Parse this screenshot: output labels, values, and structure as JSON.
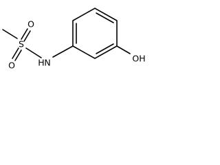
{
  "molecule": {
    "atoms": {
      "sulfur": "S",
      "oxygen_top": "O",
      "oxygen_bottom": "O",
      "nitrogen": "N",
      "hydrogen_on_nitrogen": "H",
      "hydroxyl": "OH"
    }
  }
}
